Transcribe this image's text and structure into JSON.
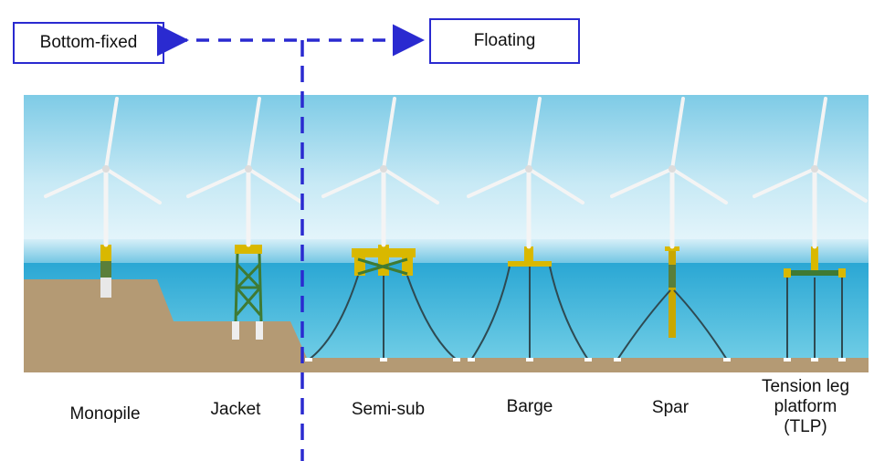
{
  "categories": {
    "bottom_fixed": "Bottom-fixed",
    "floating": "Floating"
  },
  "foundations": [
    {
      "name": "Monopile"
    },
    {
      "name": "Jacket"
    },
    {
      "name": "Semi-sub"
    },
    {
      "name": "Barge"
    },
    {
      "name": "Spar"
    },
    {
      "name": "Tension leg\nplatform\n(TLP)"
    }
  ],
  "colors": {
    "divider": "#2a2ad0",
    "sky": "#bfe3f2",
    "sea": "#3fb6d8",
    "seabed": "#b49a74",
    "foundation_yellow": "#d9b800",
    "lattice_green": "#4a7a3a",
    "mooring": "#2e4a52"
  }
}
